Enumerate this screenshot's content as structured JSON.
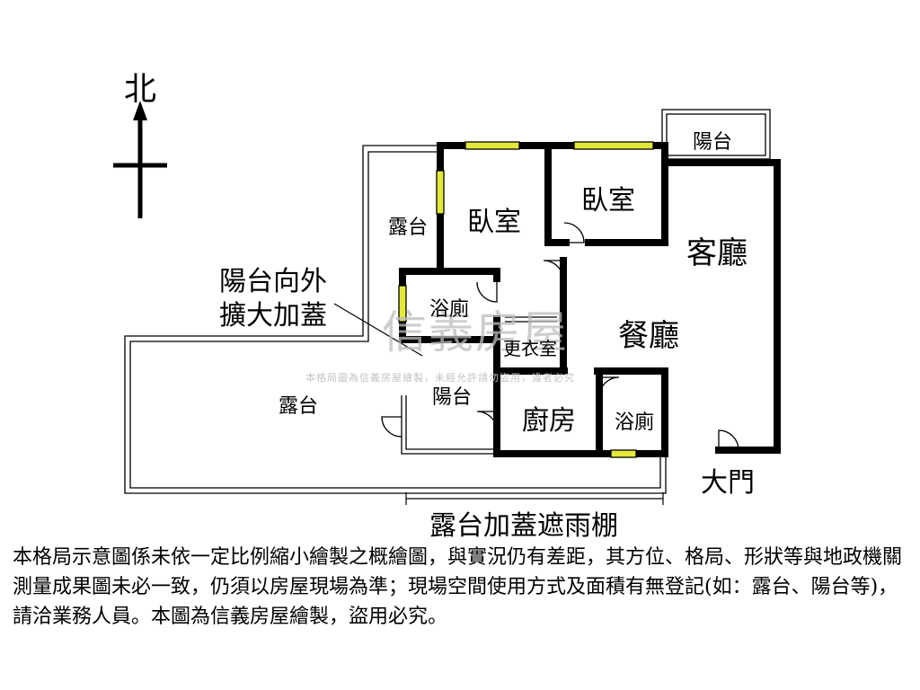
{
  "compass": {
    "label": "北"
  },
  "rooms": {
    "balcony_top": "陽台",
    "bedroom_1": "臥室",
    "bedroom_2": "臥室",
    "terrace_left": "露台",
    "living_room": "客廳",
    "bathroom_1": "浴廁",
    "dining_room": "餐廳",
    "closet": "更衣室",
    "balcony_mid": "陽台",
    "kitchen": "廚房",
    "bathroom_2": "浴廁",
    "terrace_large": "露台",
    "main_door": "大門"
  },
  "annotations": {
    "balcony_extension_line1": "陽台向外",
    "balcony_extension_line2": "擴大加蓋",
    "terrace_roof": "露台加蓋遮雨棚"
  },
  "watermark": {
    "brand": "信義房屋",
    "notice": "本格局圖為信義房屋繪製，未經允許請勿盜用，違者必究"
  },
  "disclaimer": "本格局示意圖係未依一定比例縮小繪製之概繪圖，與實況仍有差距，其方位、格局、形狀等與地政機關測量成果圖未必一致，仍須以房屋現場為準；現場空間使用方式及面積有無登記(如：露台、陽台等)，請洽業務人員。本圖為信義房屋繪製，盜用必究。",
  "colors": {
    "wall": "#000000",
    "window": "#e3e83a",
    "watermark": "#bdbdbd"
  }
}
